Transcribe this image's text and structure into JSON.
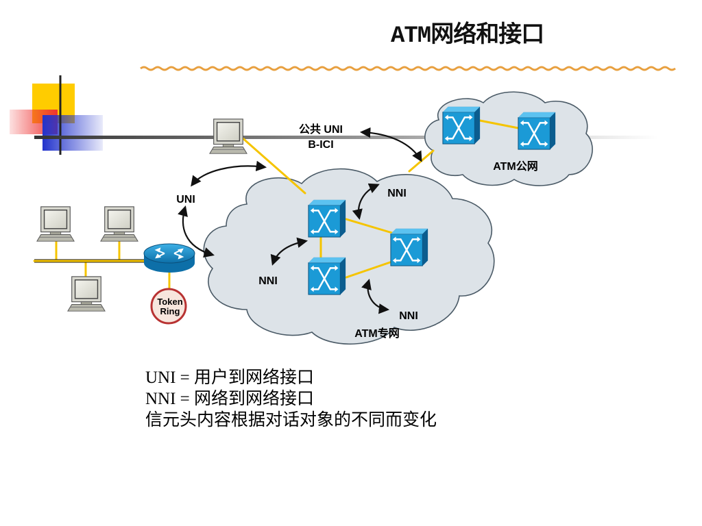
{
  "title": "ATM网络和接口",
  "labels": {
    "public_uni_line1": "公共 UNI",
    "public_uni_line2": "B-ICI",
    "atm_public_net": "ATM公网",
    "uni": "UNI",
    "nni_top": "NNI",
    "nni_left": "NNI",
    "nni_bottom": "NNI",
    "atm_private_net": "ATM专网",
    "token_ring_line1": "Token",
    "token_ring_line2": "Ring"
  },
  "notes": [
    "UNI = 用户到网络接口",
    "NNI = 网络到网络接口",
    "信元头内容根据对话对象的不同而变化"
  ],
  "colors": {
    "cloud_fill": "#dde3e8",
    "cloud_stroke": "#4a5a66",
    "switch_blue": "#1b9ad6",
    "link_yellow": "#f5c400",
    "title_underline": "#e8a040",
    "accent_yellow": "#ffcc00",
    "accent_red": "#ee3333",
    "accent_blue": "#2233cc"
  }
}
